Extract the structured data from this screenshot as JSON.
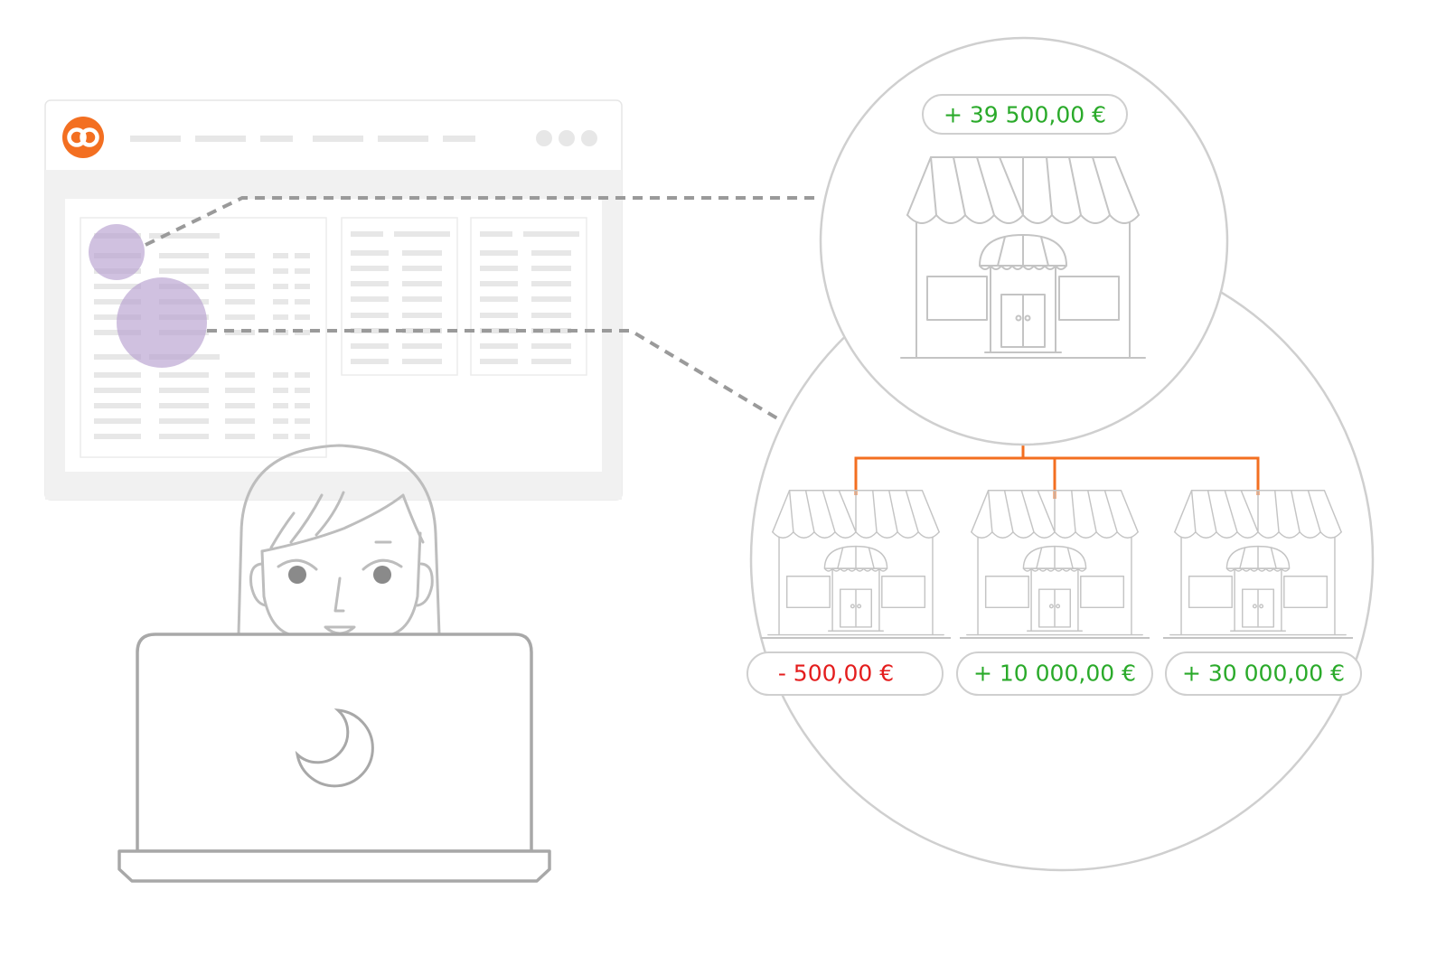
{
  "brand": {
    "logo_icon": "op-logo-icon",
    "accent": "#f36f21"
  },
  "header_window_dots": 3,
  "colors": {
    "positive": "#2aaa2a",
    "negative": "#e41d1d",
    "connector": "#f36f21",
    "highlight": "#b79fd0"
  },
  "parent_store": {
    "amount": "+ 39 500,00 €",
    "icon": "store-icon"
  },
  "child_stores": [
    {
      "amount": "- 500,00 €",
      "sign": "negative",
      "icon": "store-icon"
    },
    {
      "amount": "+ 10 000,00 €",
      "sign": "positive",
      "icon": "store-icon"
    },
    {
      "amount": "+ 30 000,00 €",
      "sign": "positive",
      "icon": "store-icon"
    }
  ],
  "illustration": {
    "person_icon": "person-icon",
    "laptop_icon": "laptop-icon",
    "laptop_logo_icon": "moon-icon"
  }
}
